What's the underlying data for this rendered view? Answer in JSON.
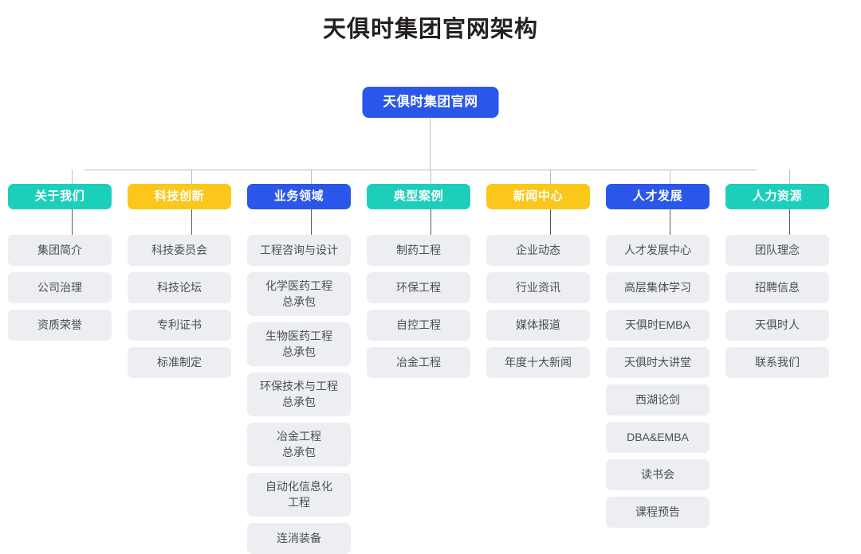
{
  "title": "天俱时集团官网架构",
  "root": {
    "label": "天俱时集团官网",
    "color": "#2a57ea"
  },
  "colors": {
    "teal": "#1dcfbb",
    "amber": "#fbc71b",
    "blue": "#2a57ea",
    "card_bg": "#eceef1",
    "card_text": "#4a4f55",
    "connector": "#b9bdc4",
    "title_text": "#231f20"
  },
  "columns": [
    {
      "header": "关于我们",
      "theme": "teal",
      "items": [
        "集团简介",
        "公司治理",
        "资质荣誉"
      ]
    },
    {
      "header": "科技创新",
      "theme": "amber",
      "items": [
        "科技委员会",
        "科技论坛",
        "专利证书",
        "标准制定"
      ]
    },
    {
      "header": "业务领域",
      "theme": "blue",
      "items": [
        "工程咨询与设计",
        "化学医药工程\n总承包",
        "生物医药工程\n总承包",
        "环保技术与工程\n总承包",
        "冶金工程\n总承包",
        "自动化信息化\n工程",
        "连消装备"
      ]
    },
    {
      "header": "典型案例",
      "theme": "teal",
      "items": [
        "制药工程",
        "环保工程",
        "自控工程",
        "冶金工程"
      ]
    },
    {
      "header": "新闻中心",
      "theme": "amber",
      "items": [
        "企业动态",
        "行业资讯",
        "媒体报道",
        "年度十大新闻"
      ]
    },
    {
      "header": "人才发展",
      "theme": "blue",
      "items": [
        "人才发展中心",
        "高层集体学习",
        "天俱时EMBA",
        "天俱时大讲堂",
        "西湖论剑",
        "DBA&EMBA",
        "读书会",
        "课程预告"
      ]
    },
    {
      "header": "人力资源",
      "theme": "teal",
      "items": [
        "团队理念",
        "招聘信息",
        "天俱时人",
        "联系我们"
      ]
    }
  ]
}
